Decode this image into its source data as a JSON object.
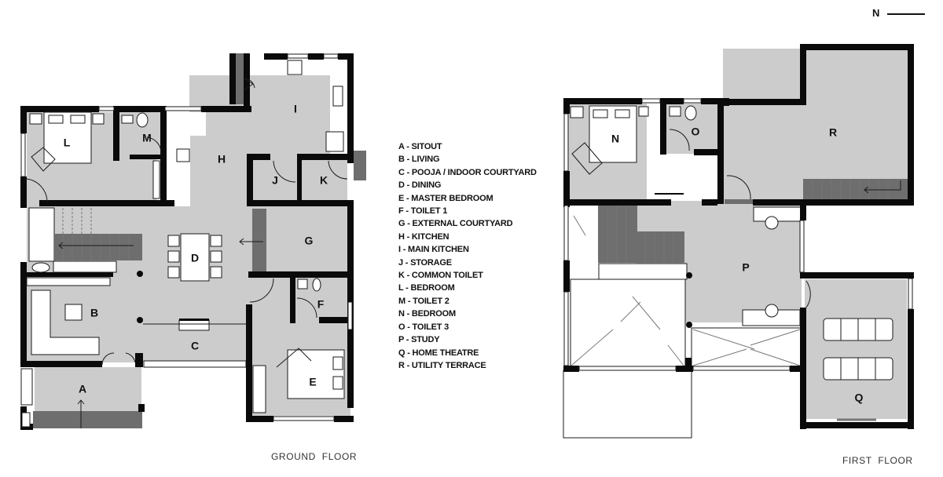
{
  "north_marker": {
    "label": "N"
  },
  "legend": {
    "items": [
      {
        "key": "A",
        "text": "A - SITOUT"
      },
      {
        "key": "B",
        "text": "B - LIVING"
      },
      {
        "key": "C",
        "text": "C - POOJA / INDOOR COURTYARD"
      },
      {
        "key": "D",
        "text": "D - DINING"
      },
      {
        "key": "E",
        "text": "E - MASTER BEDROOM"
      },
      {
        "key": "F",
        "text": "F - TOILET 1"
      },
      {
        "key": "G",
        "text": "G - EXTERNAL COURTYARD"
      },
      {
        "key": "H",
        "text": "H - KITCHEN"
      },
      {
        "key": "I",
        "text": "I - MAIN KITCHEN"
      },
      {
        "key": "J",
        "text": "J - STORAGE"
      },
      {
        "key": "K",
        "text": "K - COMMON TOILET"
      },
      {
        "key": "L",
        "text": "L - BEDROOM"
      },
      {
        "key": "M",
        "text": "M - TOILET 2"
      },
      {
        "key": "N",
        "text": "N - BEDROOM"
      },
      {
        "key": "O",
        "text": "O - TOILET 3"
      },
      {
        "key": "P",
        "text": "P - STUDY"
      },
      {
        "key": "Q",
        "text": "Q - HOME THEATRE"
      },
      {
        "key": "R",
        "text": "R - UTILITY TERRACE"
      }
    ]
  },
  "ground_floor": {
    "title": "GROUND  FLOOR",
    "rooms": {
      "A": "A",
      "B": "B",
      "C": "C",
      "D": "D",
      "E": "E",
      "F": "F",
      "G": "G",
      "H": "H",
      "I": "I",
      "J": "J",
      "K": "K",
      "L": "L",
      "M": "M"
    }
  },
  "first_floor": {
    "title": "FIRST  FLOOR",
    "rooms": {
      "N": "N",
      "O": "O",
      "P": "P",
      "Q": "Q",
      "R": "R"
    }
  },
  "colors": {
    "wall": "#0a0a0a",
    "room_fill": "#cccccc",
    "stair": "#6e6e6e",
    "background": "#ffffff"
  }
}
